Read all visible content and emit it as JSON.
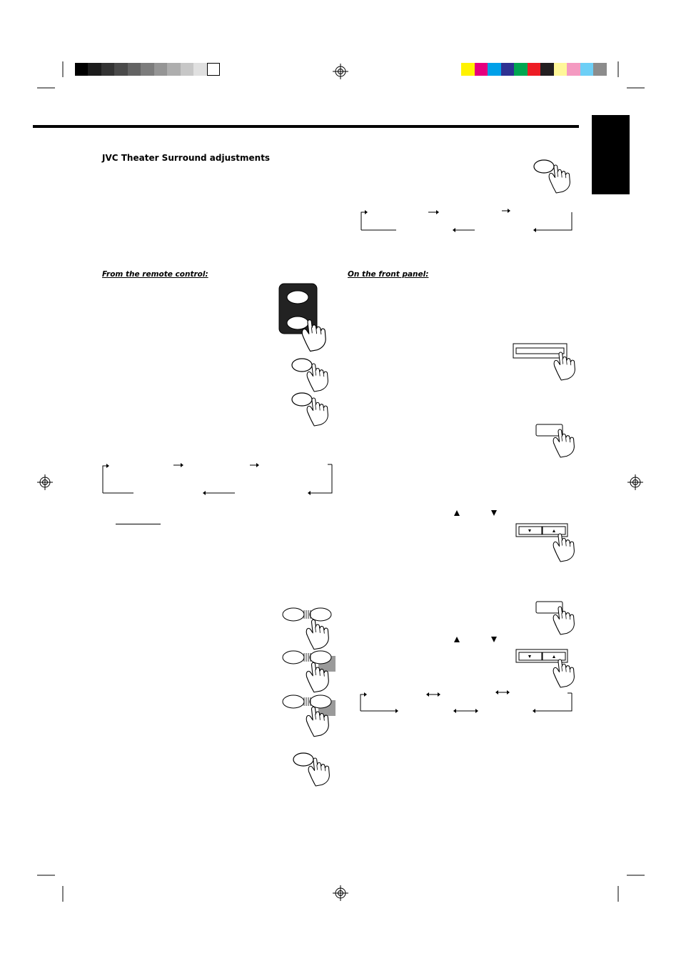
{
  "page": {
    "section_title": "JVC Theater Surround adjustments",
    "remote_heading": "From the remote control:",
    "front_panel_heading": "On the front panel:"
  },
  "colors": {
    "gray_bar": [
      "#000000",
      "#1c1c1c",
      "#333333",
      "#4a4a4a",
      "#636363",
      "#7c7c7c",
      "#959595",
      "#aeaeae",
      "#c7c7c7",
      "#e0e0e0",
      "#ffffff"
    ],
    "color_bar": [
      "#fff200",
      "#e6007e",
      "#00a0e9",
      "#2e3192",
      "#00a651",
      "#ed1c24",
      "#231f20",
      "#fff799",
      "#f49ac1",
      "#6dcff6",
      "#8c8c8c"
    ],
    "rule": "#000000",
    "language_tab": "#000000",
    "shade": "#9a9a9a"
  },
  "icons": {
    "registration": "registration-mark-icon",
    "hand": "pressing-hand-icon",
    "up": "up-triangle-icon",
    "down": "down-triangle-icon",
    "cycle_arrow": "cycle-arrow-icon",
    "bidirectional": "double-arrow-icon"
  }
}
